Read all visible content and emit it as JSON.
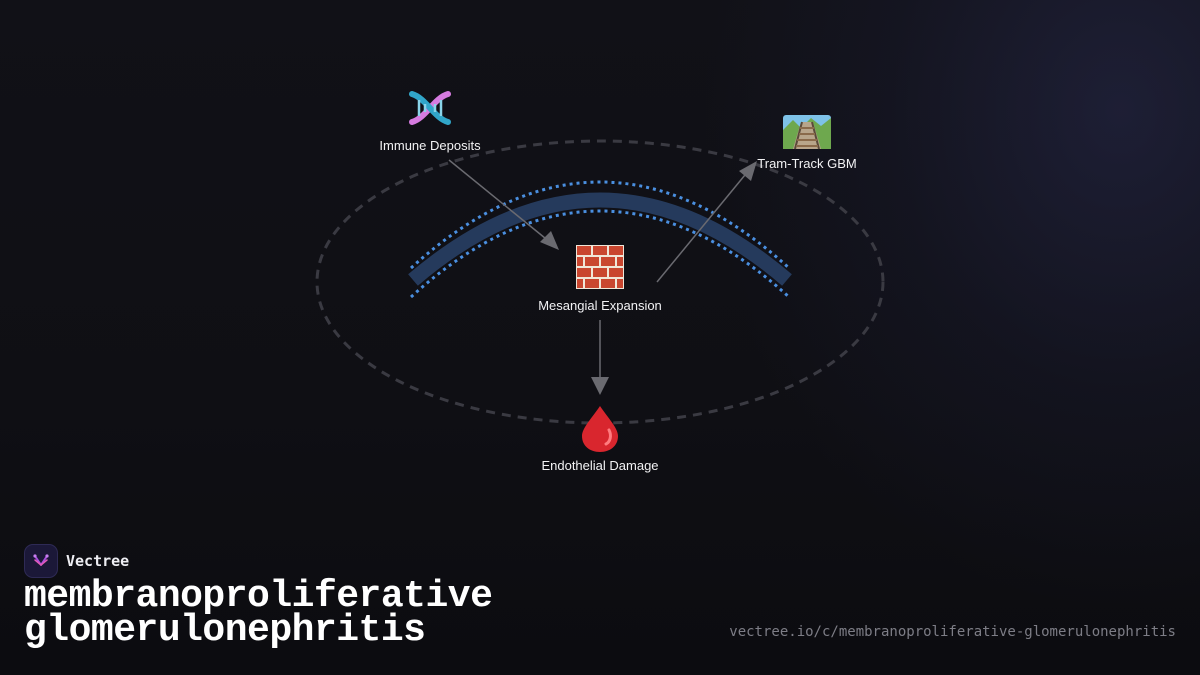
{
  "diagram": {
    "nodes": [
      {
        "id": "immune",
        "label": "Immune Deposits",
        "icon": "dna-icon"
      },
      {
        "id": "tram",
        "label": "Tram-Track GBM",
        "icon": "railway-track-icon"
      },
      {
        "id": "mesangial",
        "label": "Mesangial Expansion",
        "icon": "brick-icon"
      },
      {
        "id": "endothelial",
        "label": "Endothelial Damage",
        "icon": "blood-drop-icon"
      }
    ],
    "edges": [
      {
        "from": "immune",
        "to": "mesangial"
      },
      {
        "from": "mesangial",
        "to": "tram"
      },
      {
        "from": "mesangial",
        "to": "endothelial"
      }
    ],
    "colors": {
      "membrane": "#253a5c",
      "membrane_dots": "#4a8fe0",
      "ellipse_dashed": "#3a3a42",
      "arrow": "#6a6a70"
    }
  },
  "footer": {
    "brand": "Vectree",
    "brand_icon": "vectree-logo-icon",
    "title": "membranoproliferative glomerulonephritis",
    "url": "vectree.io/c/membranoproliferative-glomerulonephritis"
  }
}
